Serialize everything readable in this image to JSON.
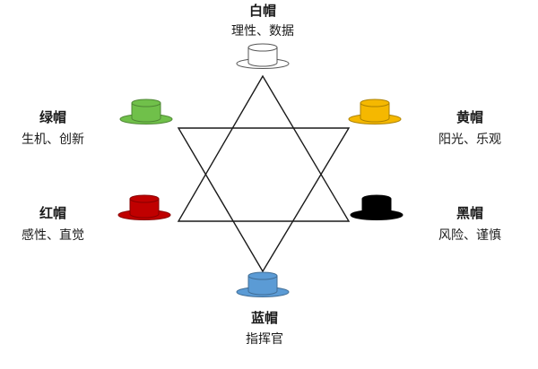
{
  "hats": {
    "white": {
      "name": "白帽",
      "desc": "理性、数据",
      "color": "#ffffff"
    },
    "green": {
      "name": "绿帽",
      "desc": "生机、创新",
      "color": "#70c04a"
    },
    "yellow": {
      "name": "黄帽",
      "desc": "阳光、乐观",
      "color": "#f5b800"
    },
    "red": {
      "name": "红帽",
      "desc": "感性、直觉",
      "color": "#c00000"
    },
    "black": {
      "name": "黑帽",
      "desc": "风险、谨慎",
      "color": "#000000"
    },
    "blue": {
      "name": "蓝帽",
      "desc": "指挥官",
      "color": "#5b9bd5"
    }
  }
}
